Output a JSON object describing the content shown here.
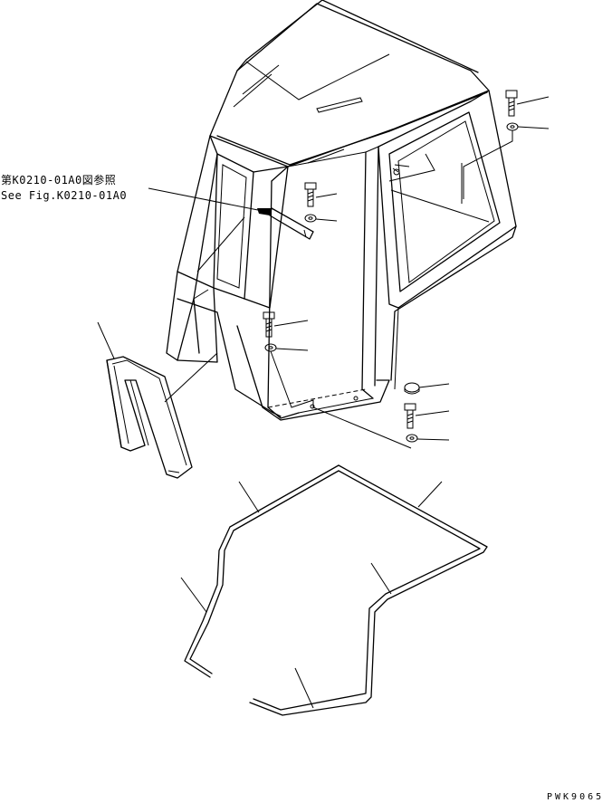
{
  "reference_note": {
    "line_jp": "第K0210-01A0図参照",
    "line_en": "See Fig.K0210-01A0"
  },
  "drawing_code": "PWK9065"
}
